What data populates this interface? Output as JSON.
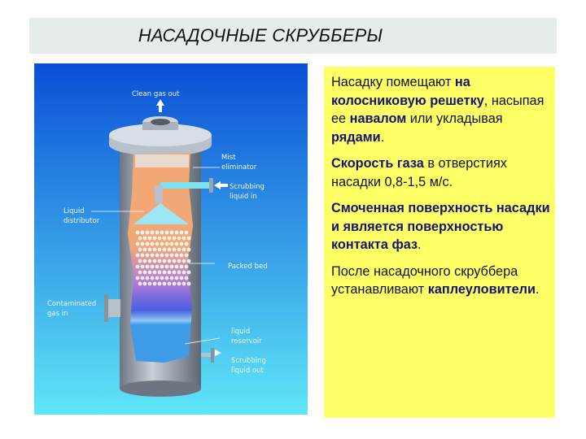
{
  "title": "НАСАДОЧНЫЕ СКРУББЕРЫ",
  "diagram": {
    "labels": {
      "clean_gas_out": "Clean gas out",
      "mist_eliminator_1": "Mist",
      "mist_eliminator_2": "eliminator",
      "scrubbing_in_1": "Scrubbing",
      "scrubbing_in_2": "liquid in",
      "distributor_1": "Liquid",
      "distributor_2": "distributor",
      "packed_bed": "Packed bed",
      "contaminated_1": "Contaminated",
      "contaminated_2": "gas in",
      "reservoir_1": "liquid",
      "reservoir_2": "reservoir",
      "scrubbing_out_1": "Scrubbing",
      "scrubbing_out_2": "liquid out"
    },
    "colors": {
      "bg_top": "#0a4fd6",
      "bg_bottom": "#5fe0f5",
      "shell": "#9aa3b0",
      "gas_zone": "#f2a873",
      "liquid": "#3d9be8"
    }
  },
  "paragraphs": [
    [
      {
        "t": "Насадку помещают ",
        "b": false
      },
      {
        "t": "на колосниковую решетку",
        "b": true
      },
      {
        "t": ", насыпая ее ",
        "b": false
      },
      {
        "t": "навалом",
        "b": true
      },
      {
        "t": " или укладывая ",
        "b": false
      },
      {
        "t": "рядами",
        "b": true
      },
      {
        "t": ".",
        "b": false
      }
    ],
    [
      {
        "t": "Скорость газа",
        "b": true
      },
      {
        "t": " в отверстиях насадки 0,8-1,5 м/с.",
        "b": false
      }
    ],
    [
      {
        "t": "Смоченная поверхность насадки и является поверхностью контакта фаз",
        "b": true
      },
      {
        "t": ".",
        "b": false
      }
    ],
    [
      {
        "t": "После насадочного скруббера устанавливают ",
        "b": false
      },
      {
        "t": "каплеуловители",
        "b": true
      },
      {
        "t": ".",
        "b": false
      }
    ]
  ],
  "colors": {
    "panel": "#ffff66",
    "bold_text": "#14146a",
    "title_bar": "#e6ecec"
  }
}
